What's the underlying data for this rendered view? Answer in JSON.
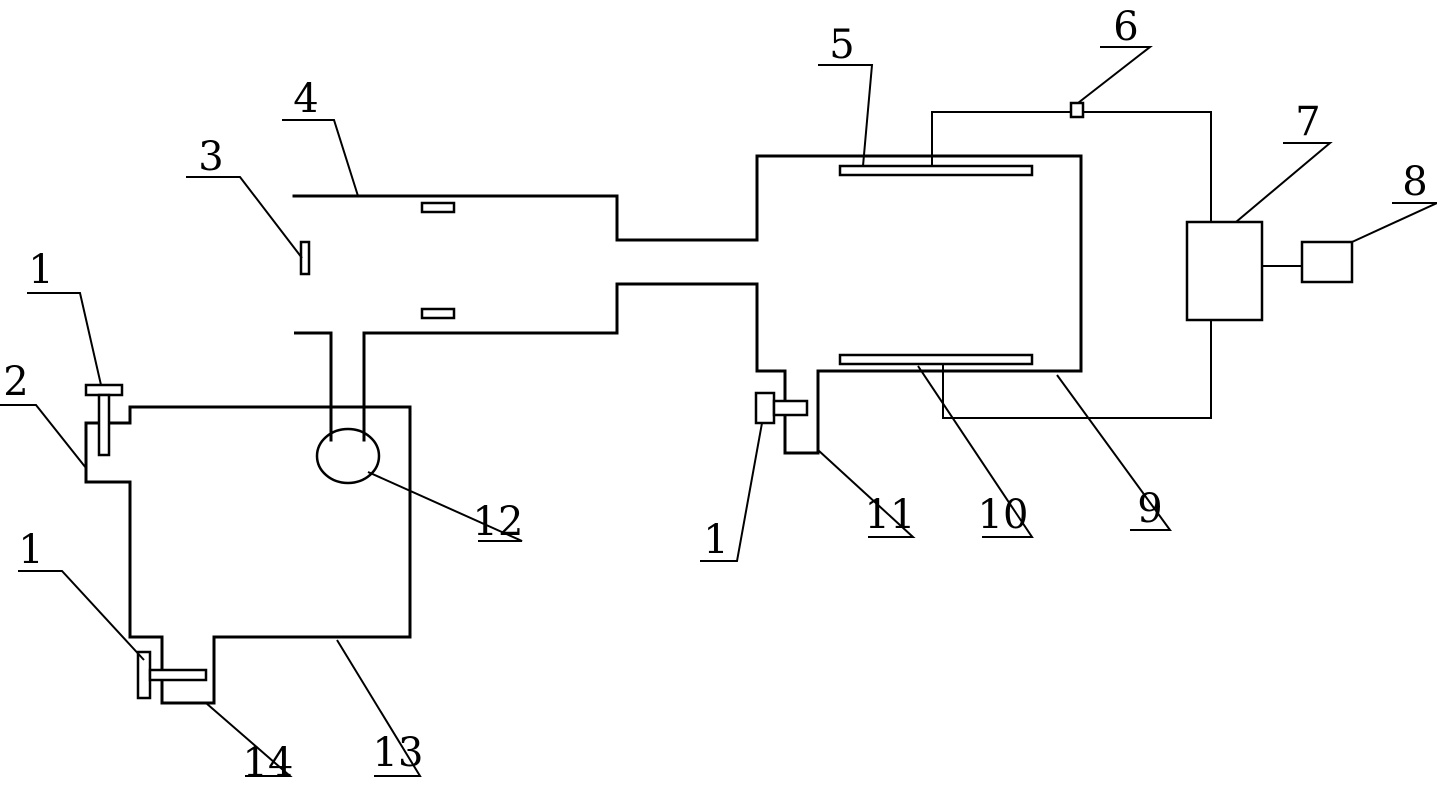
{
  "labels": {
    "l1_top_left": "1",
    "l1_bottom_left": "1",
    "l1_middle": "1",
    "l2": "2",
    "l3": "3",
    "l4": "4",
    "l5": "5",
    "l6": "6",
    "l7": "7",
    "l8": "8",
    "l9": "9",
    "l10": "10",
    "l11": "11",
    "l12": "12",
    "l13": "13",
    "l14": "14"
  }
}
